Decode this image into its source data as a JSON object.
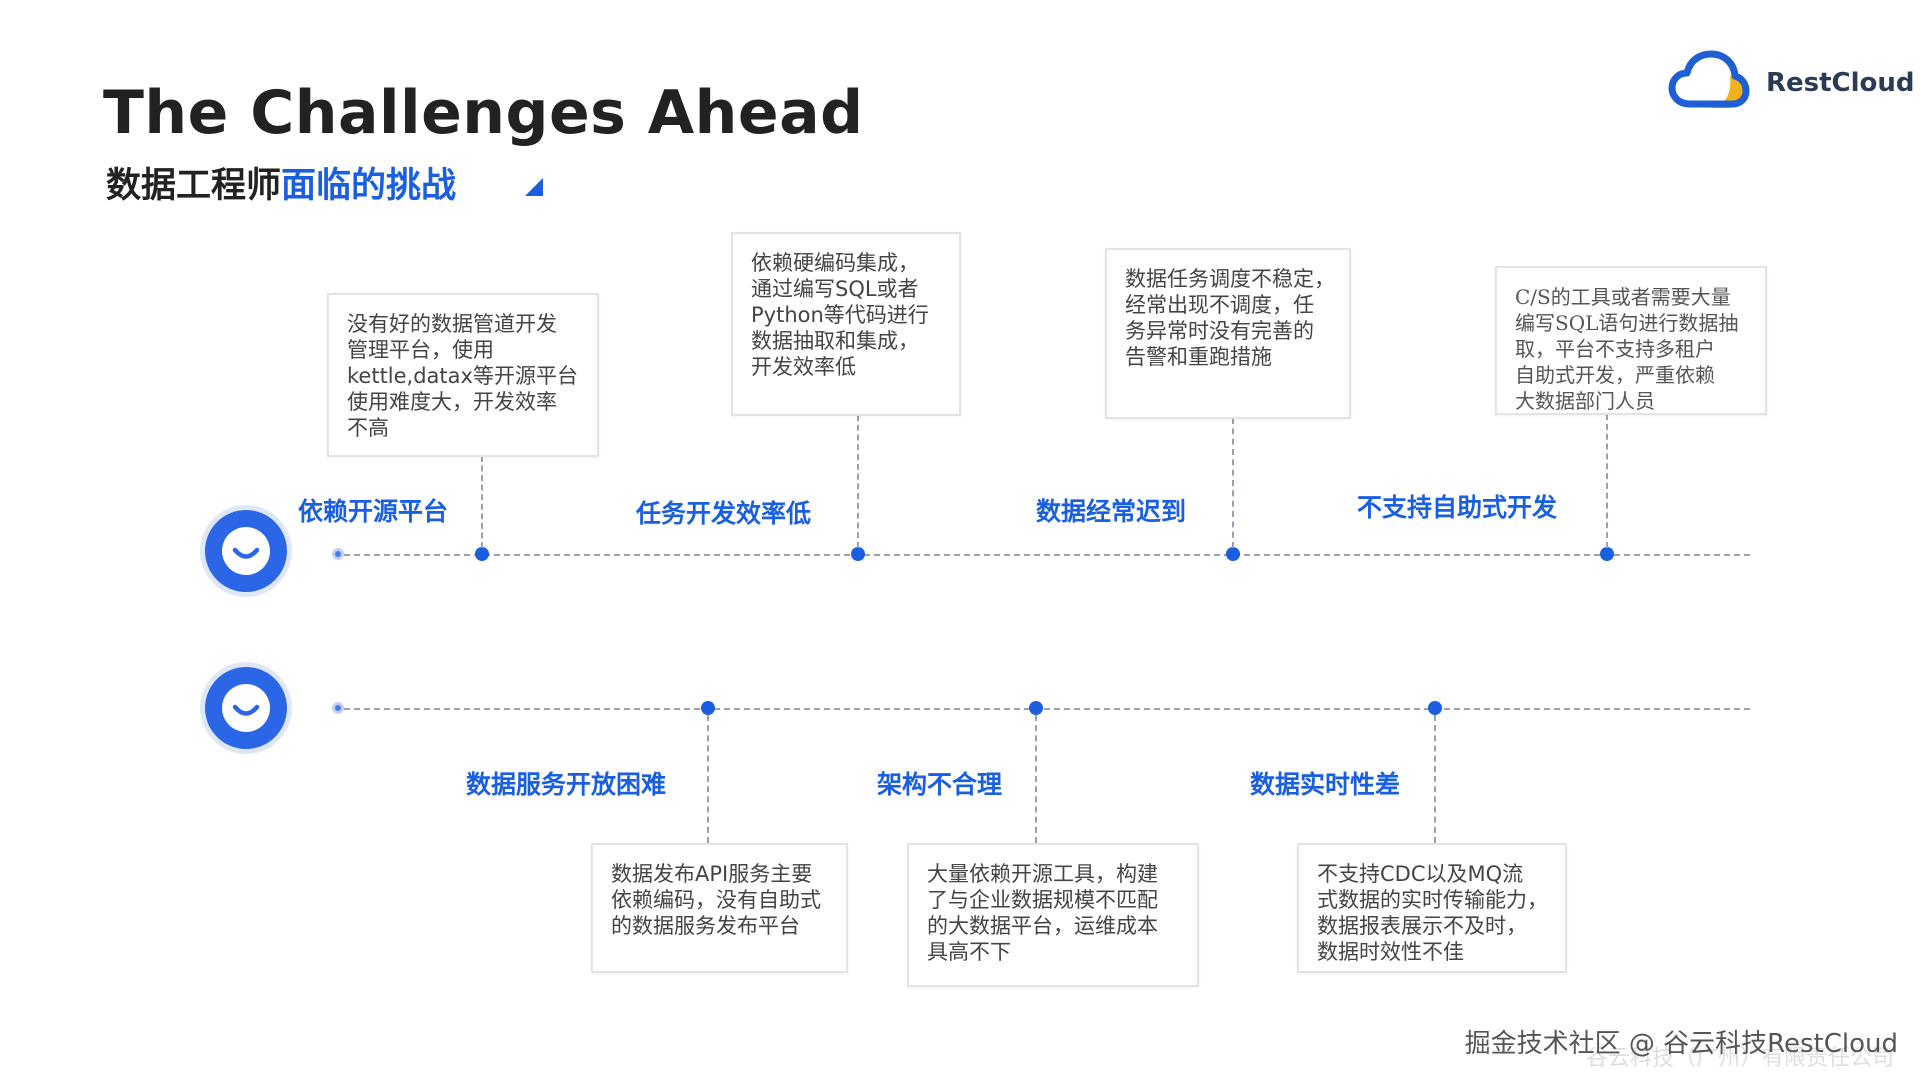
{
  "header": {
    "title_en": "The Challenges Ahead",
    "title_cn_dark": "数据工程师",
    "title_cn_blue": "面临的挑战"
  },
  "logo": {
    "text": "RestCloud",
    "icon": "cloud-icon"
  },
  "colors": {
    "accent": "#1a5fe0",
    "line": "#9aa1ad",
    "card_border": "#e3e3e3"
  },
  "row1": {
    "items": [
      {
        "label": "依赖开源平台",
        "desc": [
          "没有好的数据管道开发",
          "管理平台，使用",
          "kettle,datax等开源平台",
          "使用难度大，开发效率",
          "不高"
        ]
      },
      {
        "label": "任务开发效率低",
        "desc": [
          "依赖硬编码集成，",
          "通过编写SQL或者",
          "Python等代码进行",
          "数据抽取和集成，",
          "开发效率低"
        ]
      },
      {
        "label": "数据经常迟到",
        "desc": [
          "数据任务调度不稳定，",
          "经常出现不调度，任",
          "务异常时没有完善的",
          "告警和重跑措施"
        ]
      },
      {
        "label": "不支持自助式开发",
        "desc": [
          "C/S的工具或者需要大量",
          "编写SQL语句进行数据抽",
          "取，平台不支持多租户",
          "自助式开发，严重依赖",
          "大数据部门人员"
        ]
      }
    ]
  },
  "row2": {
    "items": [
      {
        "label": "数据服务开放困难",
        "desc": [
          "数据发布API服务主要",
          "依赖编码，没有自助式",
          "的数据服务发布平台"
        ]
      },
      {
        "label": "架构不合理",
        "desc": [
          "大量依赖开源工具，构建",
          "了与企业数据规模不匹配",
          "的大数据平台，运维成本",
          "具高不下"
        ]
      },
      {
        "label": "数据实时性差",
        "desc": [
          "不支持CDC以及MQ流",
          "式数据的实时传输能力，",
          "数据报表展示不及时，",
          "数据时效性不佳"
        ]
      }
    ]
  },
  "footer": {
    "watermark": "掘金技术社区 @ 谷云科技RestCloud",
    "sub": "谷云科技（广州）有限责任公司"
  }
}
